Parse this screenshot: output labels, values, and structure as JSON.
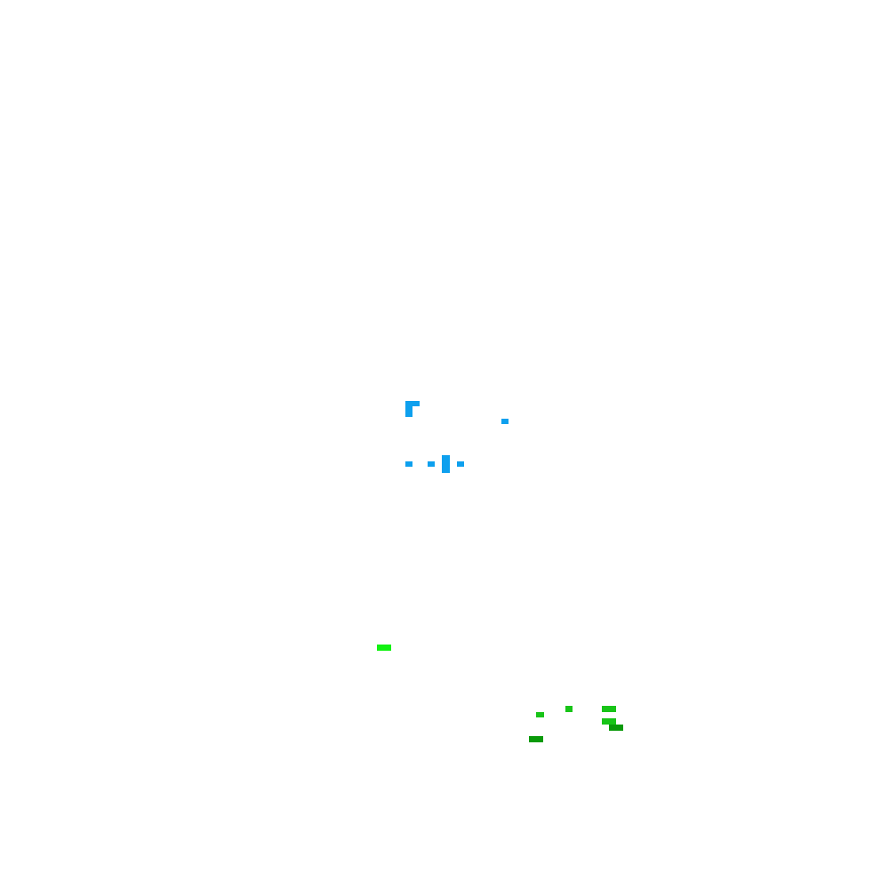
{
  "scene": {
    "background_color": "#ffffff",
    "palette": {
      "blue": "#0ea0ee",
      "bright_green": "#12f212",
      "green": "#18c418",
      "dark_green": "#0a9a0a"
    },
    "objects": [
      {
        "name": "blue-cluster",
        "color_key": "blue",
        "pixel_count": 8
      },
      {
        "name": "bright-green-block",
        "color_key": "bright_green",
        "pixel_count": 1
      },
      {
        "name": "green-cluster",
        "color_key": "green",
        "pixel_count": 7
      }
    ]
  }
}
